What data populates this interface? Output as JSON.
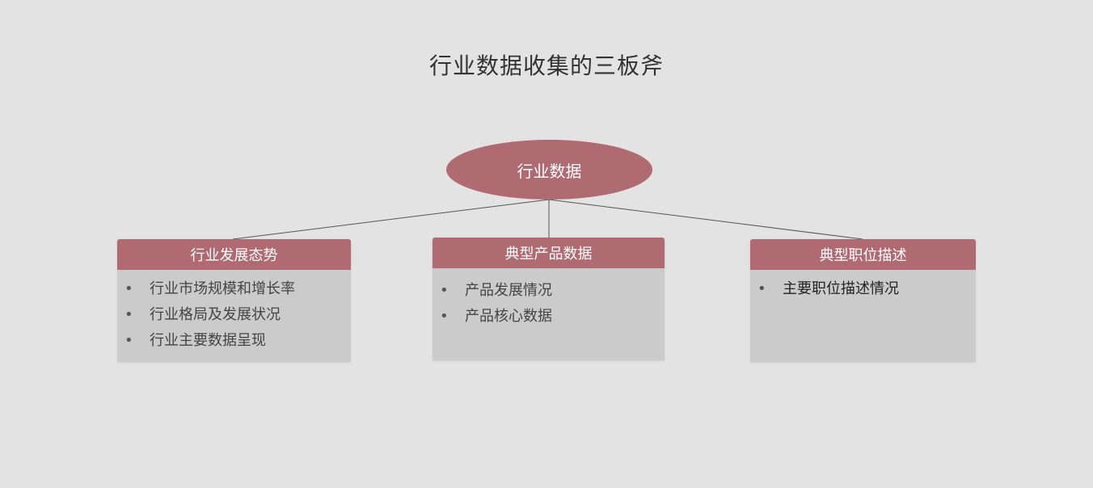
{
  "title": "行业数据收集的三板斧",
  "root": {
    "label": "行业数据"
  },
  "branches": [
    {
      "header": "行业发展态势",
      "items": [
        "行业市场规模和增长率",
        "行业格局及发展状况",
        "行业主要数据呈现"
      ]
    },
    {
      "header": "典型产品数据",
      "items": [
        "产品发展情况",
        "产品核心数据"
      ]
    },
    {
      "header": "典型职位描述",
      "items": [
        "主要职位描述情况"
      ]
    }
  ],
  "colors": {
    "background": "#e3e3e3",
    "accent": "#b06a72",
    "panel": "#cbcbcb"
  }
}
